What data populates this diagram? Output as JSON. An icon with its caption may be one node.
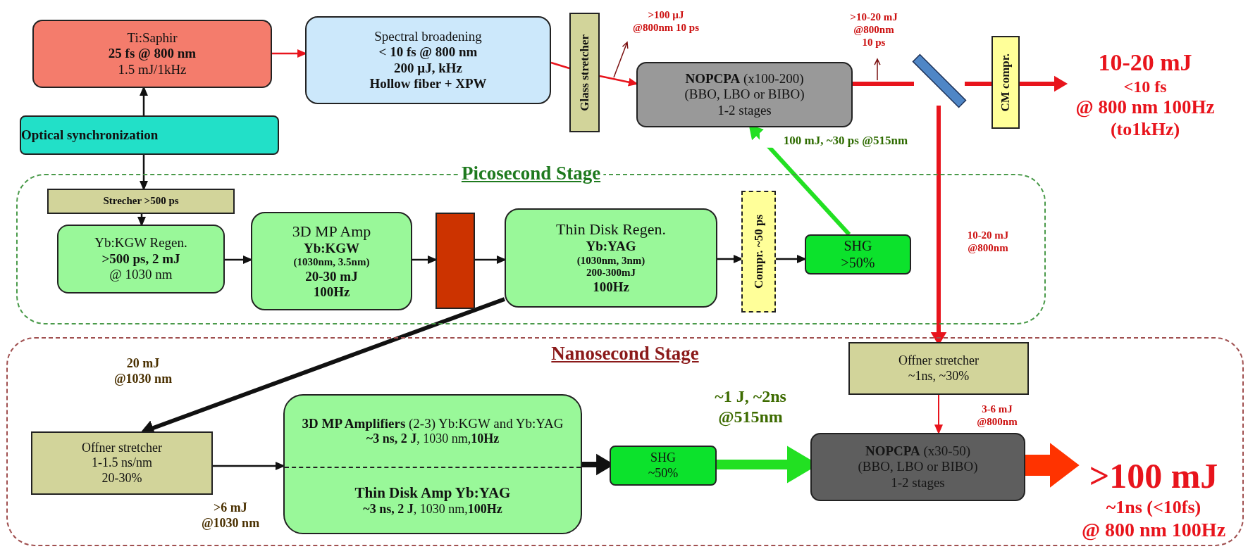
{
  "diagram": {
    "nodes": [
      {
        "text": [
          "Ti:Saphir",
          "25 fs @ 800 nm",
          "1.5 mJ/1kHz"
        ]
      },
      {
        "text": [
          "Spectral broadening",
          "< 10 fs @ 800 nm",
          "200 µJ, kHz",
          "Hollow fiber + XPW"
        ]
      },
      {
        "text": [
          "Glass stretcher"
        ]
      },
      {
        "text": [
          "**NOPCPA** (x100-200)",
          "(BBO, LBO or BIBO)",
          "1-2 stages"
        ]
      },
      {
        "text": [],
        "shape": "bar"
      },
      {
        "text": [
          "CM compr."
        ]
      },
      {
        "text": [
          "10-20 mJ",
          "<10 fs",
          "@ 800 nm 100Hz",
          "(to1kHz)"
        ]
      },
      {
        "text": [
          "Optical synchronization"
        ]
      },
      {
        "text": [
          "Picosecond Stage"
        ]
      },
      {
        "text": [
          "Strecher >500 ps"
        ],
        "in": 8
      },
      {
        "text": [
          "Yb:KGW Regen.",
          ">500 ps, 2 mJ",
          "@ 1030 nm"
        ],
        "in": 8
      },
      {
        "text": [
          "3D MP Amp",
          "Yb:KGW",
          "(1030nm, 3.5nm)",
          "20-30 mJ",
          "100Hz"
        ],
        "in": 8
      },
      {
        "text": [],
        "shape": "box",
        "in": 8
      },
      {
        "text": [
          "Thin Disk Regen.",
          "Yb:YAG",
          "(1030nm, 3nm)",
          "200-300mJ",
          "100Hz"
        ],
        "in": 8
      },
      {
        "text": [
          "Compr. ~50 ps"
        ],
        "in": 8
      },
      {
        "text": [
          "SHG",
          ">50%"
        ],
        "in": 8
      },
      {
        "text": [
          "Nanosecond Stage"
        ]
      },
      {
        "text": [
          "Offner stretcher",
          "~1ns, ~30%"
        ],
        "in": 16
      },
      {
        "text": [
          "Offner stretcher",
          "1-1.5 ns/nm",
          "20-30%"
        ],
        "in": 16
      },
      {
        "text": [
          "**3D MP Amplifiers** (2-3) Yb:KGW and Yb:YAG",
          "**~3 ns, 2 J**, 1030 nm,**10Hz**",
          "Thin Disk Amp Yb:YAG",
          "**~3 ns, 2 J**, 1030 nm,**100Hz**"
        ],
        "in": 16
      },
      {
        "text": [
          "SHG",
          "~50%"
        ],
        "in": 16
      },
      {
        "text": [
          "**NOPCPA** (x30-50)",
          "(BBO, LBO or BIBO)",
          "1-2 stages"
        ],
        "in": 16
      },
      {
        "text": [
          ">100 mJ",
          "~1ns (<10fs)",
          "@ 800 nm 100Hz"
        ],
        "in": 16
      }
    ],
    "edges": [
      {
        "from": 0,
        "to": 1,
        "arrow": "to",
        "color": "#e8141c"
      },
      {
        "from": 1,
        "to": 2,
        "arrow": "none",
        "color": "#e8141c"
      },
      {
        "from": 2,
        "to": 3,
        "arrow": "to",
        "color": "#e8141c"
      },
      {
        "from": 3,
        "to": 4,
        "arrow": "none",
        "style": "thick",
        "color": "#e8141c"
      },
      {
        "from": 4,
        "to": 5,
        "arrow": "none",
        "style": "thick",
        "color": "#e8141c"
      },
      {
        "from": 5,
        "to": 6,
        "arrow": "to",
        "style": "thick",
        "color": "#e8141c"
      },
      {
        "from": 4,
        "to": 17,
        "arrow": "to",
        "style": "thick",
        "color": "#e8141c",
        "label": "10-20 mJ @800nm"
      },
      {
        "from": 7,
        "to": 0,
        "arrow": "to"
      },
      {
        "from": 7,
        "to": 9,
        "arrow": "to"
      },
      {
        "from": 9,
        "to": 10,
        "arrow": "to"
      },
      {
        "from": 10,
        "to": 11,
        "arrow": "to"
      },
      {
        "from": 11,
        "to": 12,
        "arrow": "to"
      },
      {
        "from": 12,
        "to": 13,
        "arrow": "to"
      },
      {
        "from": 13,
        "to": 14,
        "arrow": "to"
      },
      {
        "from": 14,
        "to": 15,
        "arrow": "to"
      },
      {
        "from": 15,
        "to": 3,
        "arrow": "to",
        "style": "thick",
        "color": "#22e022",
        "label": "100 mJ, ~30 ps @515nm"
      },
      {
        "from": 13,
        "to": 18,
        "arrow": "to",
        "style": "thick",
        "label": "20 mJ @1030 nm"
      },
      {
        "from": 18,
        "to": 19,
        "arrow": "to",
        "label": ">6 mJ @1030 nm"
      },
      {
        "from": 19,
        "to": 20,
        "arrow": "to",
        "style": "thick"
      },
      {
        "from": 20,
        "to": 21,
        "arrow": "to",
        "style": "thick",
        "color": "#22e022",
        "label": "~1 J, ~2ns @515nm"
      },
      {
        "from": 17,
        "to": 21,
        "arrow": "to",
        "color": "#e8141c",
        "label": "3-6 mJ @800nm"
      },
      {
        "from": 21,
        "to": 22,
        "arrow": "to",
        "style": "thick",
        "color": "#ff3300"
      }
    ],
    "labels": [
      ">100 µJ @800nm 10 ps",
      ">10-20 mJ @800nm 10 ps"
    ]
  }
}
